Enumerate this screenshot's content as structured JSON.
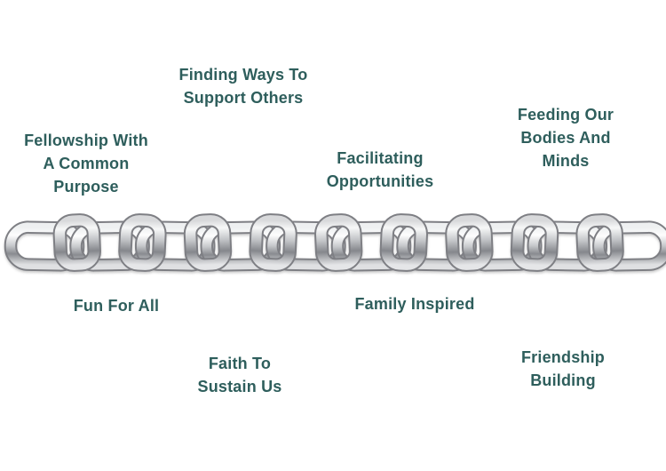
{
  "graphic": {
    "type": "chain-values-infographic",
    "background": "#ffffff"
  },
  "colors": {
    "label_text": "#2e5e5c",
    "chain_silver_light": "#fdfdfd",
    "chain_silver_mid": "#c7c9cc",
    "chain_silver_dark": "#85878c"
  },
  "chain": {
    "icon": "metal-chain-image",
    "description": "Horizontal silver metal chain spanning the full width"
  },
  "labels": [
    {
      "id": "finding",
      "text": "Finding Ways To\nSupport Others"
    },
    {
      "id": "feeding",
      "text": "Feeding Our\nBodies And\nMinds"
    },
    {
      "id": "fellowship",
      "text": "Fellowship With\nA Common\nPurpose"
    },
    {
      "id": "facilitating",
      "text": "Facilitating\nOpportunities"
    },
    {
      "id": "fun",
      "text": "Fun For All"
    },
    {
      "id": "family",
      "text": "Family Inspired"
    },
    {
      "id": "friendship",
      "text": "Friendship\nBuilding"
    },
    {
      "id": "faith",
      "text": "Faith To\nSustain Us"
    }
  ]
}
